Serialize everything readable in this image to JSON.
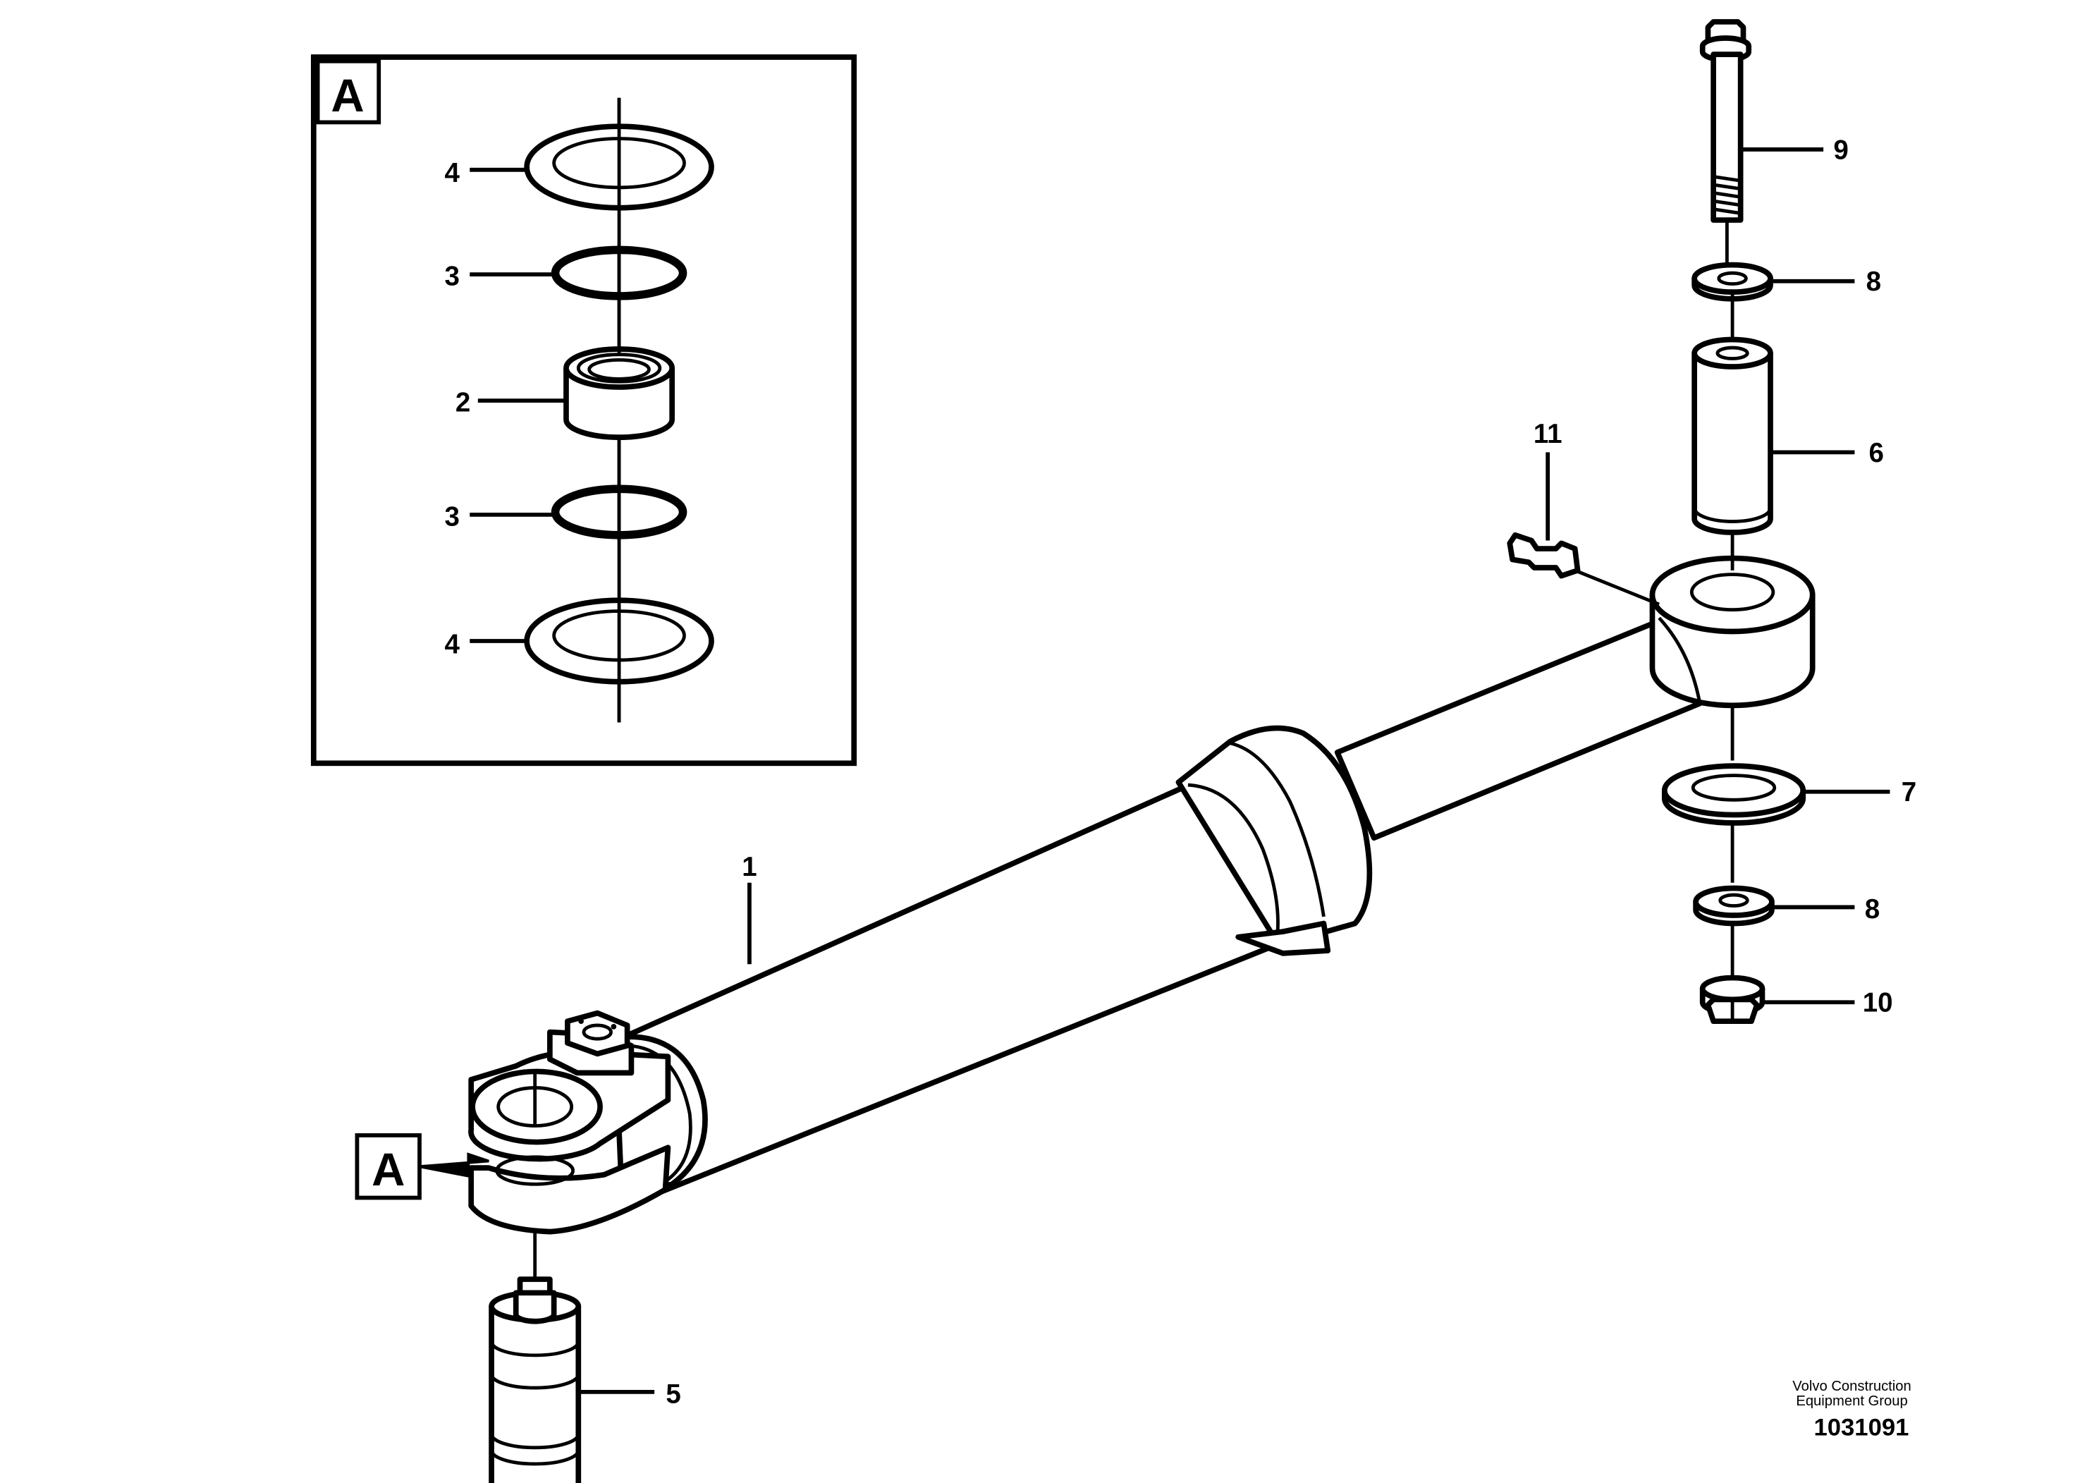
{
  "detail": {
    "label": "A"
  },
  "callout": {
    "label": "A"
  },
  "part_labels": {
    "p1": "1",
    "p2": "2",
    "p3a": "3",
    "p3b": "3",
    "p4a": "4",
    "p4b": "4",
    "p5": "5",
    "p6": "6",
    "p7": "7",
    "p8a": "8",
    "p8b": "8",
    "p9": "9",
    "p10": "10",
    "p11": "11"
  },
  "footer": {
    "company_line1": "Volvo Construction",
    "company_line2": "Equipment Group",
    "document_number": "1031091"
  }
}
